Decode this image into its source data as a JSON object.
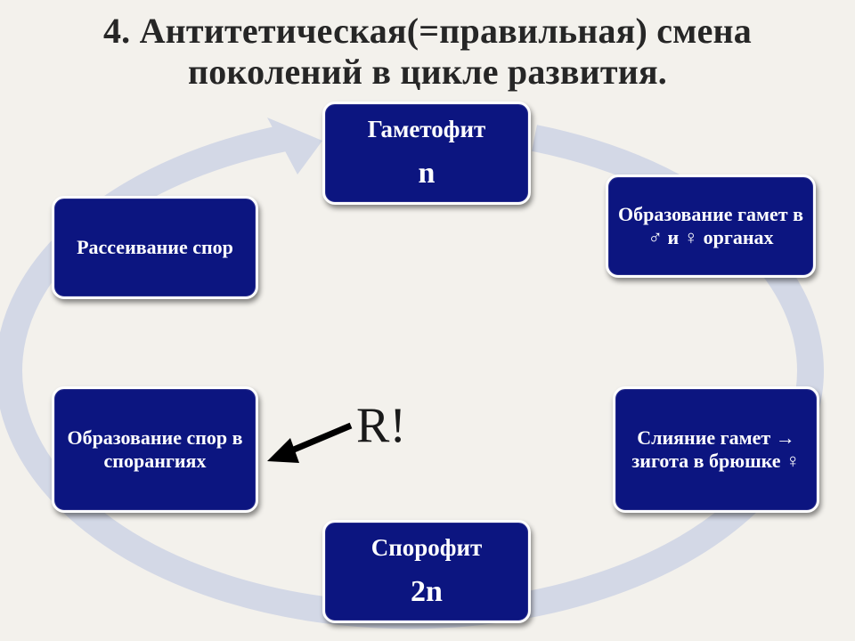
{
  "title": {
    "line1": "4. Антитетическая(=правильная) смена",
    "line2": "поколений в цикле развития."
  },
  "boxes": {
    "gametophyte": {
      "label": "Гаметофит",
      "ploidy": "n"
    },
    "gametes": {
      "label": "Образование гамет в ♂ и ♀ органах"
    },
    "fusion": {
      "label": "Слияние гамет → зигота в брюшке ♀"
    },
    "sporophyte": {
      "label": "Спорофит",
      "ploidy": "2n"
    },
    "spores_formation": {
      "label": "Образование спор в спорангиях"
    },
    "dispersal": {
      "label": "Рассеивание спор"
    }
  },
  "annotation": {
    "label": "R!"
  },
  "colors": {
    "box_fill": "#0c1580",
    "cycle_arrow": "#d3d8e6",
    "background": "#f3f1ec"
  }
}
